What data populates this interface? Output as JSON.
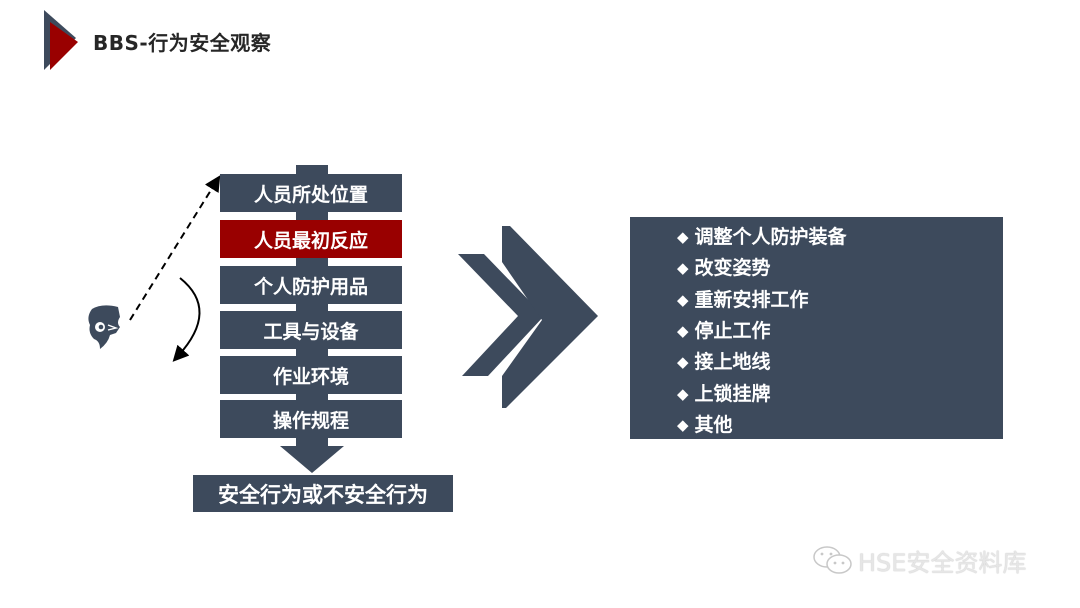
{
  "header": {
    "title": "BBS-行为安全观察",
    "colors": {
      "accent_red": "#990000",
      "accent_navy": "#3d4a5c"
    }
  },
  "observation_stack": {
    "items": [
      {
        "label": "人员所处位置",
        "highlighted": false
      },
      {
        "label": "人员最初反应",
        "highlighted": true
      },
      {
        "label": "个人防护用品",
        "highlighted": false
      },
      {
        "label": "工具与设备",
        "highlighted": false
      },
      {
        "label": "作业环境",
        "highlighted": false
      },
      {
        "label": "操作规程",
        "highlighted": false
      }
    ],
    "result": "安全行为或不安全行为"
  },
  "actions_panel": {
    "bullet": "◆",
    "items": [
      "调整个人防护装备",
      "改变姿势",
      "重新安排工作",
      "停止工作",
      "接上地线",
      "上锁挂牌",
      "其他"
    ]
  },
  "watermark": {
    "text": "HSE安全资料库",
    "icon": "wechat-icon"
  },
  "colors": {
    "box": "#3d4a5c",
    "highlight": "#990000",
    "text_on_box": "#ffffff",
    "title": "#262626"
  }
}
